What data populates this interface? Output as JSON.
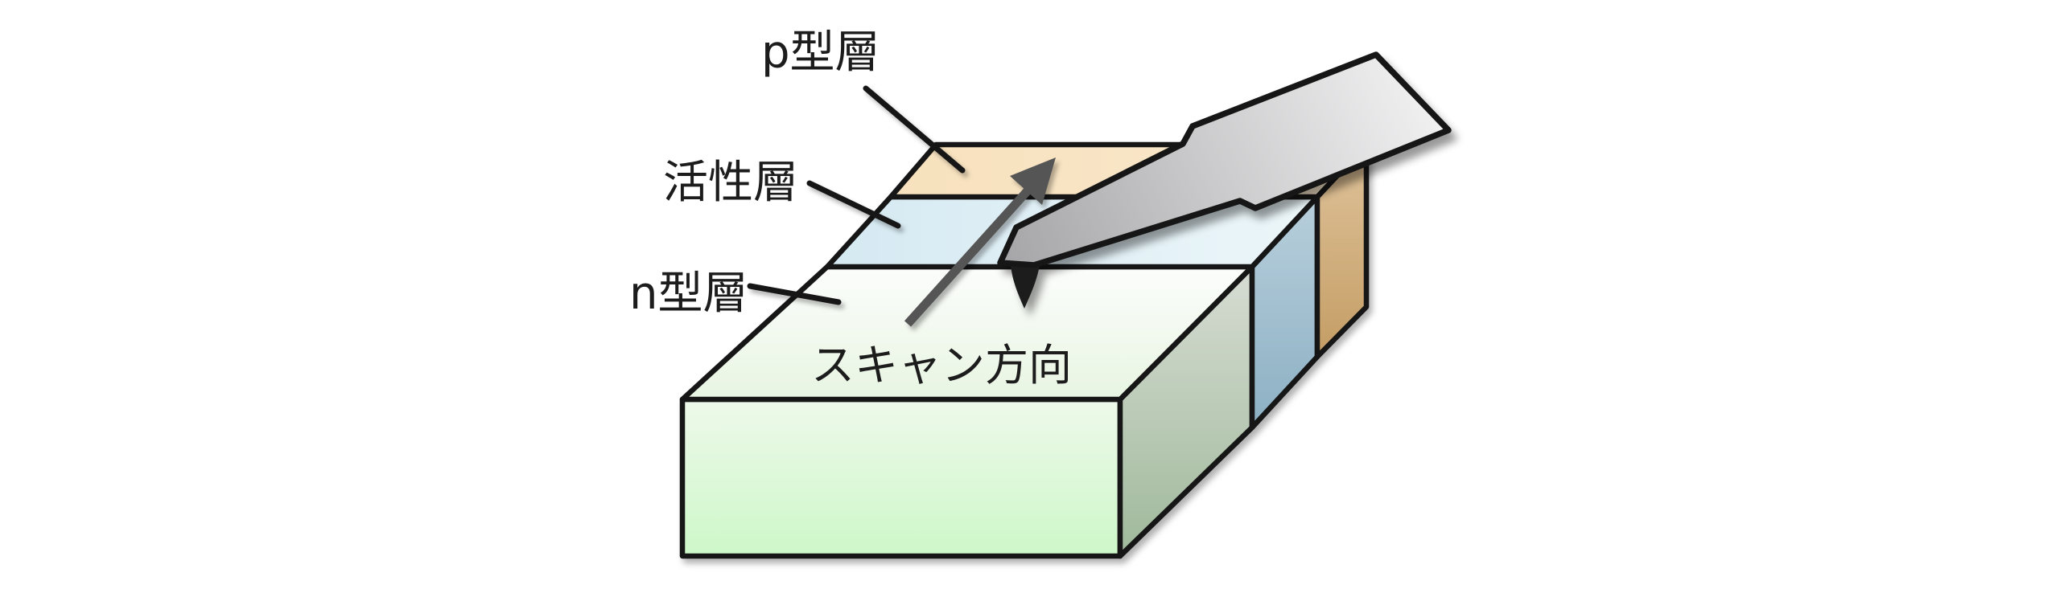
{
  "diagram": {
    "description": "AFM probe scanning across a layered semiconductor sample",
    "labels": {
      "p_layer": "p型層",
      "active_layer": "活性層",
      "n_layer": "n型層",
      "scan_direction": "スキャン方向"
    },
    "colors": {
      "background": "#ffffff",
      "outline": "#161616",
      "text": "#1c1c1c",
      "arrow": "#545454",
      "probe_tip": "#1f1f1f",
      "p_top_1": "#f7e1bd",
      "p_top_2": "#fae9cd",
      "active_top_1": "#d5e9f2",
      "active_top_2": "#ecf6f9",
      "n_top_1": "#fcfdfc",
      "n_top_2": "#e8f5e2",
      "front_1": "#eef9ea",
      "front_2": "#cdf7c9",
      "n_side_1": "#d7dcd3",
      "n_side_2": "#9fb99b",
      "active_side_1": "#b8cfdc",
      "active_side_2": "#8cb0c3",
      "p_side_1": "#dfc39b",
      "p_side_2": "#c49d64",
      "cantilever_1": "#f0f0f1",
      "cantilever_2": "#a5a5a7"
    }
  }
}
